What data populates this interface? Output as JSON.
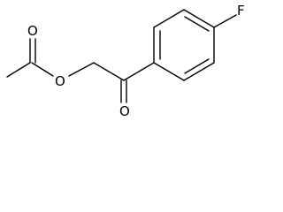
{
  "structure": {
    "atoms": {
      "o_carbonyl_top": "O",
      "o_ester": "O",
      "o_ketone": "O",
      "fluorine": "F"
    }
  },
  "colors": {
    "bond": "#000000",
    "label": "#000000",
    "background": "#ffffff"
  }
}
